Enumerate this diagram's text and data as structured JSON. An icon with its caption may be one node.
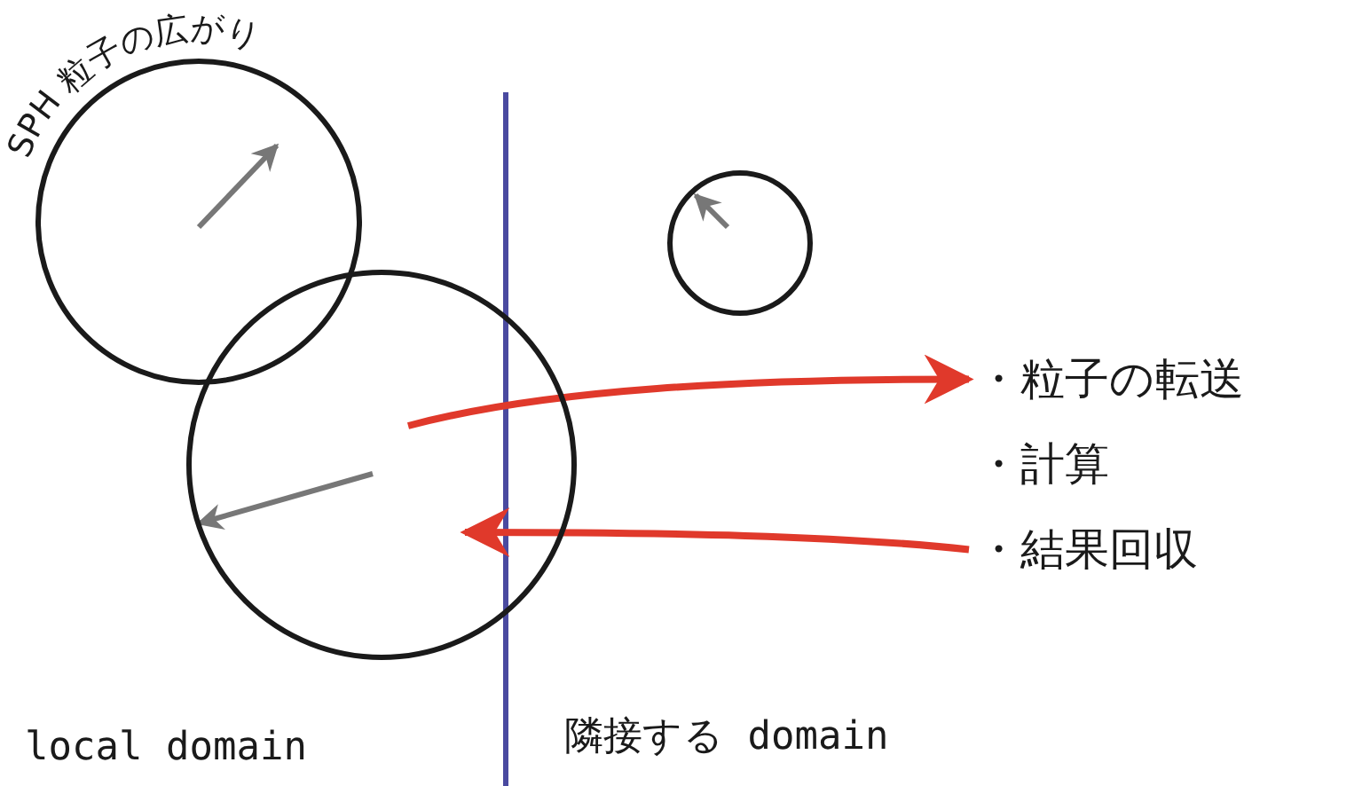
{
  "diagram": {
    "nodes": [
      {
        "text": [],
        "shape": "circle"
      },
      {
        "text": [],
        "shape": "circle"
      },
      {
        "text": [],
        "shape": "circle"
      },
      {
        "text": [
          "・粒子の転送"
        ]
      },
      {
        "text": [
          "・結果回収"
        ]
      }
    ],
    "edges": [
      {
        "from": 1,
        "to": 3,
        "arrow": "to"
      },
      {
        "from": 4,
        "to": 1,
        "arrow": "to"
      }
    ],
    "labels": [
      "SPH 粒子の広がり",
      "・計算",
      "local domain",
      "隣接する domain"
    ]
  }
}
